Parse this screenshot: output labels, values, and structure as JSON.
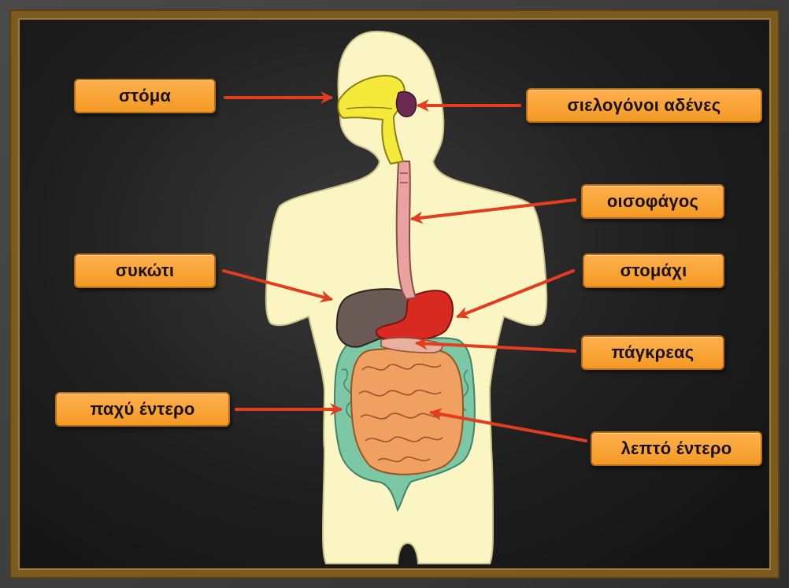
{
  "labels": {
    "mouth": "στόμα",
    "salivary_glands": "σιελογόνοι αδένες",
    "esophagus": "οισοφάγος",
    "liver": "συκώτι",
    "stomach": "στομάχι",
    "pancreas": "πάγκρεας",
    "large_intestine": "παχύ έντερο",
    "small_intestine": "λεπτό έντερο"
  },
  "colors": {
    "label_fill": "#f7a53a",
    "arrow": "#e23d1e",
    "body": "#fbf5c4",
    "mouth": "#f5e93a",
    "salivary_glands": "#6b2a52",
    "esophagus": "#e8a3a0",
    "liver": "#6a5a55",
    "stomach": "#d82a20",
    "large_intestine": "#7cc7a6",
    "small_intestine": "#f0a060"
  }
}
